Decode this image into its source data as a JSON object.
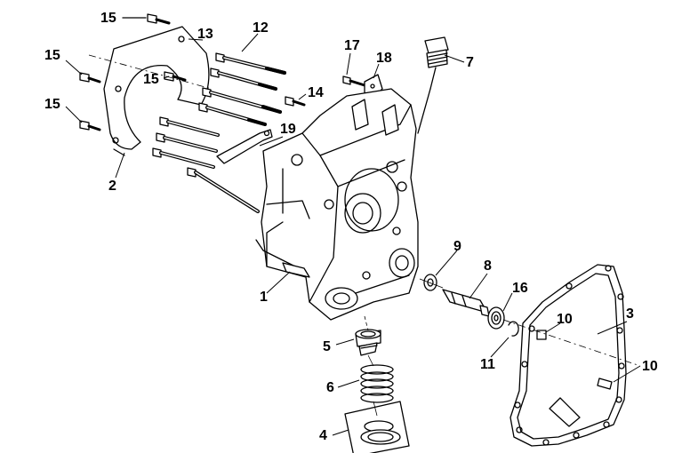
{
  "callouts": {
    "c1": "1",
    "c2": "2",
    "c3": "3",
    "c4": "4",
    "c5": "5",
    "c6": "6",
    "c7": "7",
    "c8": "8",
    "c9": "9",
    "c10a": "10",
    "c10b": "10",
    "c11": "11",
    "c12": "12",
    "c13": "13",
    "c14": "14",
    "c15a": "15",
    "c15b": "15",
    "c15c": "15",
    "c15d": "15",
    "c16": "16",
    "c17": "17",
    "c18": "18",
    "c19": "19"
  }
}
